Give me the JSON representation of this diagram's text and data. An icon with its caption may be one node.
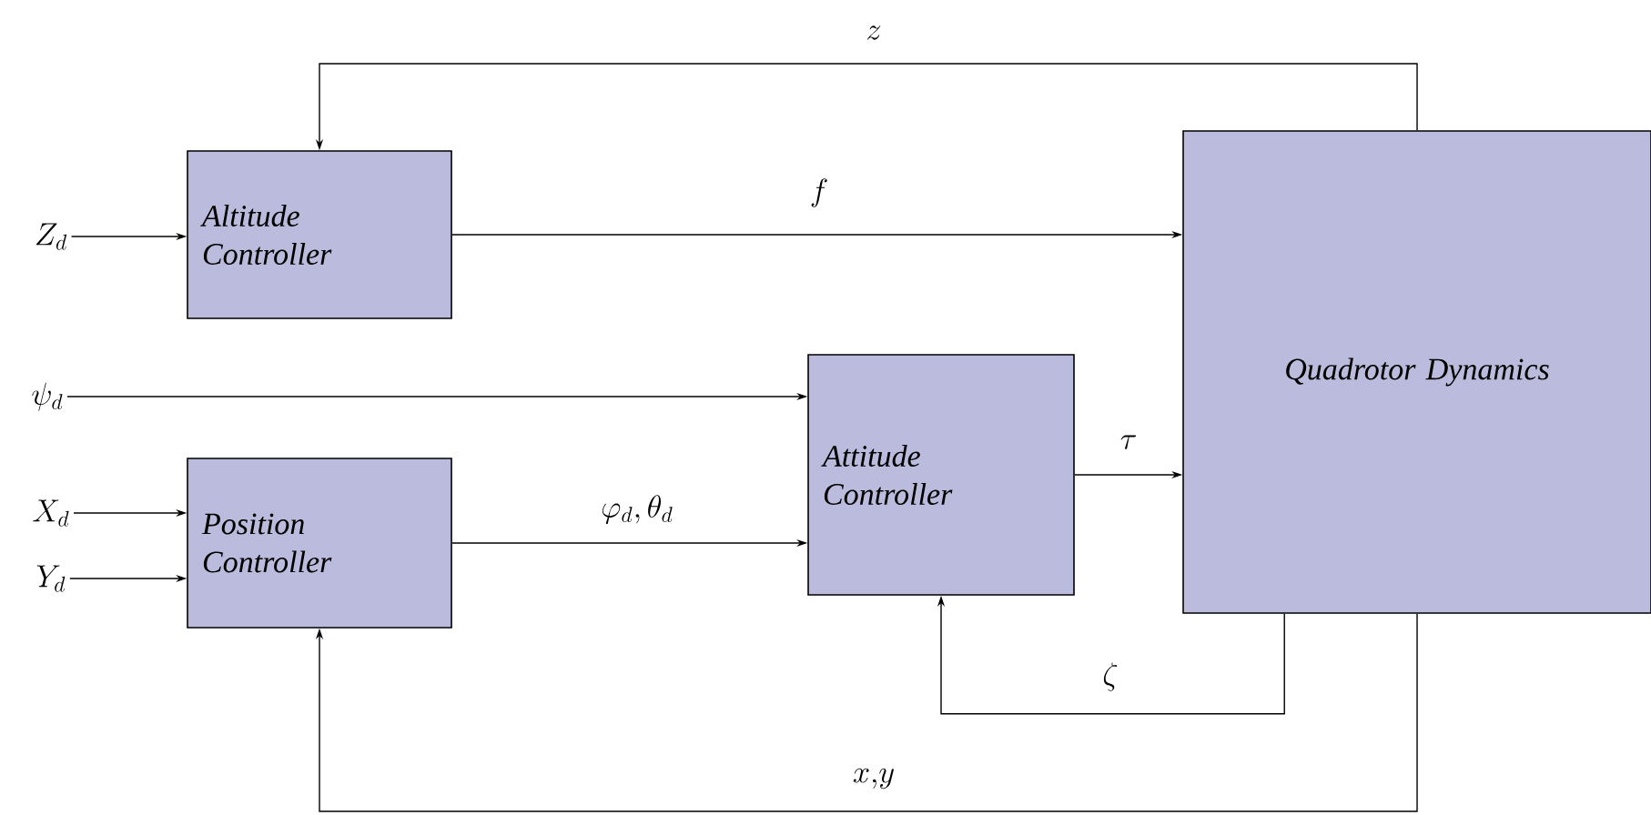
{
  "diagram": {
    "nodes": [
      {
        "text": [
          "Altitude Controller"
        ]
      },
      {
        "text": [
          "Quadrotor Dynamics"
        ]
      },
      {
        "text": [
          "Attitude Controller"
        ]
      },
      {
        "text": [
          "Position Controller"
        ]
      },
      {
        "text": [
          "Z_d"
        ]
      },
      {
        "text": [
          "\\psi_d"
        ]
      },
      {
        "text": [
          "X_d"
        ]
      },
      {
        "text": [
          "Y_d"
        ]
      }
    ],
    "edges": [
      {
        "from": 4,
        "to": 0,
        "arrow": "to"
      },
      {
        "from": 0,
        "to": 1,
        "arrow": "to",
        "label": "f"
      },
      {
        "from": 1,
        "to": 0,
        "arrow": "to",
        "label": "z"
      },
      {
        "from": 5,
        "to": 2,
        "arrow": "to"
      },
      {
        "from": 6,
        "to": 3,
        "arrow": "to"
      },
      {
        "from": 7,
        "to": 3,
        "arrow": "to"
      },
      {
        "from": 3,
        "to": 2,
        "arrow": "to",
        "label": "\\varphi_d, \\theta_d"
      },
      {
        "from": 2,
        "to": 1,
        "arrow": "to",
        "label": "\\tau"
      },
      {
        "from": 1,
        "to": 2,
        "arrow": "to",
        "label": "\\zeta"
      },
      {
        "from": 1,
        "to": 3,
        "arrow": "to",
        "label": "x{,}y"
      }
    ]
  }
}
